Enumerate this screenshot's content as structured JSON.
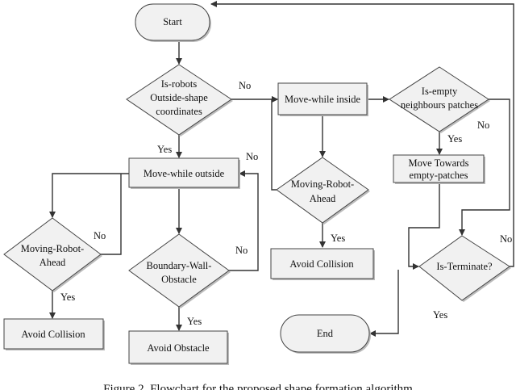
{
  "nodes": {
    "start": "Start",
    "is_outside_1": "Is-robots",
    "is_outside_2": "Outside-shape",
    "is_outside_3": "coordinates",
    "move_inside": "Move-while inside",
    "is_empty_1": "Is-empty",
    "is_empty_2": "neighbours patches",
    "move_towards_1": "Move Towards",
    "move_towards_2": "empty-patches",
    "robot_ahead_in_1": "Moving-Robot-",
    "robot_ahead_in_2": "Ahead",
    "avoid_collision_in": "Avoid Collision",
    "is_terminate": "Is-Terminate?",
    "end": "End",
    "move_outside": "Move-while outside",
    "boundary_1": "Boundary-Wall-",
    "boundary_2": "Obstacle",
    "avoid_obstacle": "Avoid Obstacle",
    "robot_ahead_out_1": "Moving-Robot-",
    "robot_ahead_out_2": "Ahead",
    "avoid_collision_out": "Avoid Collision"
  },
  "edge_labels": {
    "no": "No",
    "yes": "Yes"
  },
  "caption": "Figure 2. Flowchart for the proposed shape formation algorithm"
}
